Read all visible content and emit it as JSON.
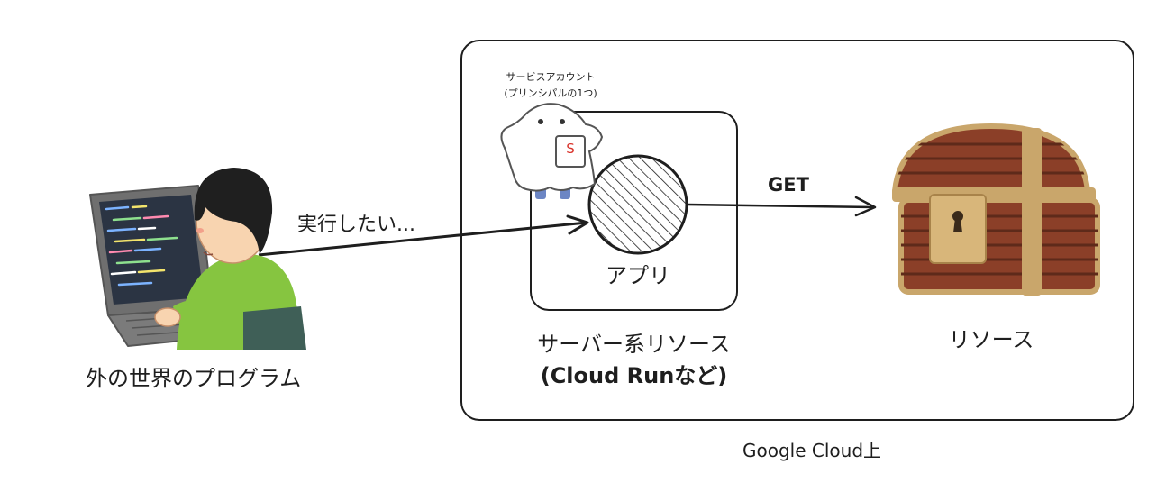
{
  "labels": {
    "cloud_region": "Google Cloud上",
    "server_resource_line1": "サーバー系リソース",
    "server_resource_line2": "(Cloud Runなど)",
    "app": "アプリ",
    "service_account_line1": "サービスアカウント",
    "service_account_line2": "(プリンシパルの1つ)",
    "resource": "リソース",
    "get_arrow": "GET",
    "execute_arrow": "実行したい...",
    "external_program": "外の世界のプログラム",
    "ghost_badge": "S"
  }
}
